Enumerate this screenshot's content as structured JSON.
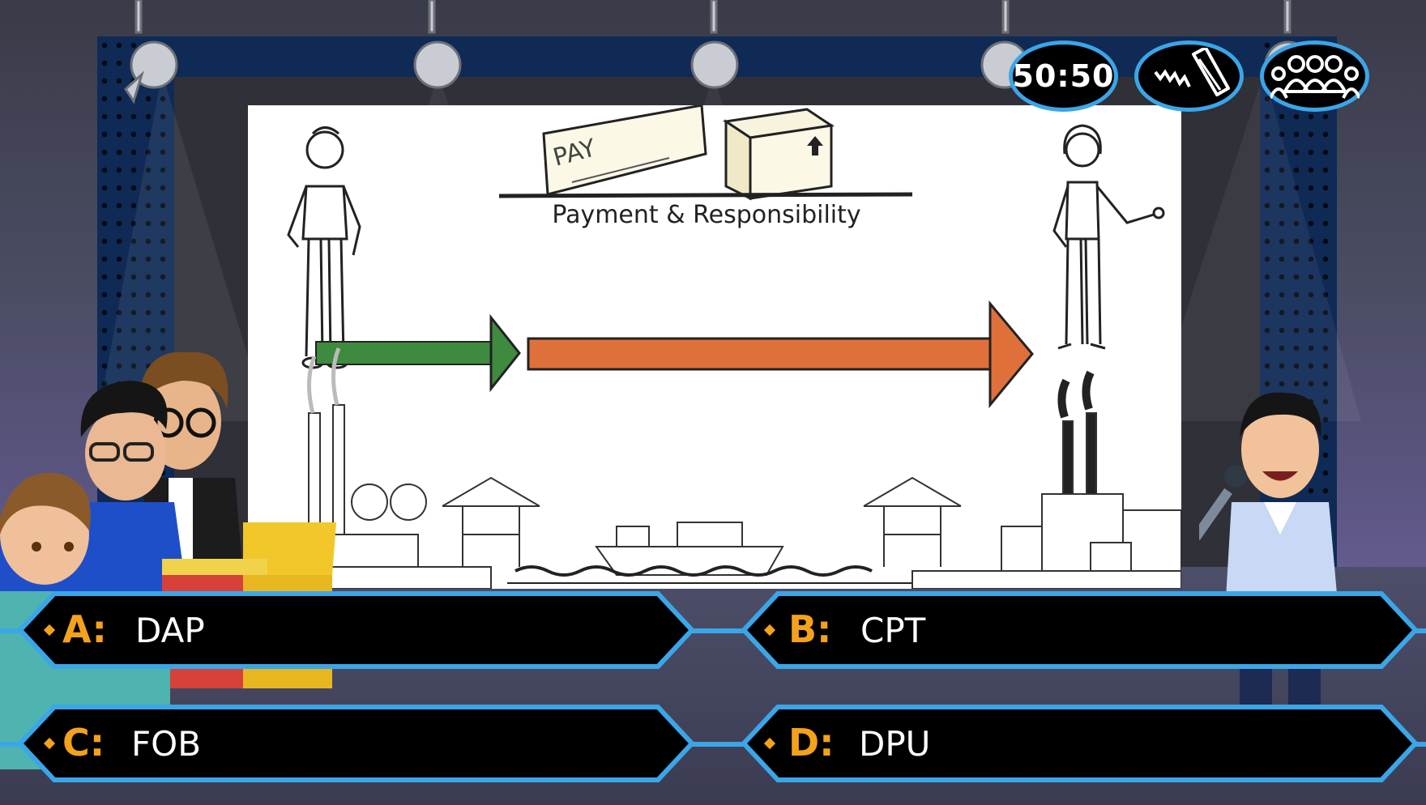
{
  "lifelines": {
    "fifty_fifty": "50:50",
    "phone_icon": "phone-a-friend-icon",
    "audience_icon": "ask-the-audience-icon"
  },
  "slide": {
    "caption": "Payment & Responsibility",
    "cheque_text": "PAY",
    "arrow_colors": {
      "seller_segment": "#3e8a3e",
      "buyer_segment": "#e0703a"
    }
  },
  "answers": [
    {
      "letter": "A:",
      "text": "DAP"
    },
    {
      "letter": "B:",
      "text": "CPT"
    },
    {
      "letter": "C:",
      "text": "FOB"
    },
    {
      "letter": "D:",
      "text": "DPU"
    }
  ],
  "colors": {
    "accent": "#3aa6e8",
    "letter": "#f4a21a",
    "panel": "#000000"
  }
}
